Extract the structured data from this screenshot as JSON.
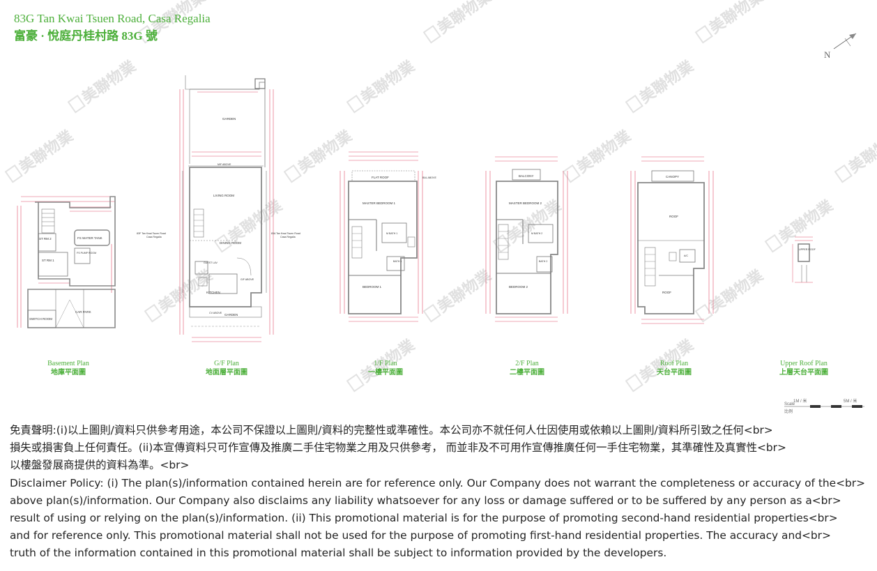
{
  "header": {
    "title_en": "83G Tan Kwai Tsuen Road, Casa Regalia",
    "title_cn": "富豪 · 悅庭丹桂村路 83G 號"
  },
  "compass": {
    "label": "N"
  },
  "watermark": {
    "text": "美聯物業"
  },
  "plans": [
    {
      "en": "Basement Plan",
      "cn": "地庫平面圖"
    },
    {
      "en": "G/F Plan",
      "cn": "地面層平面圖"
    },
    {
      "en": "1/F Plan",
      "cn": "一樓平面圖"
    },
    {
      "en": "2/F Plan",
      "cn": "二樓平面圖"
    },
    {
      "en": "Roof Plan",
      "cn": "天台平面圖"
    },
    {
      "en": "Upper Roof Plan",
      "cn": "上層天台平面圖"
    }
  ],
  "rooms": {
    "basement": {
      "rm2": "ST RM 2",
      "rm1": "ST RM 1",
      "water_tank": "FS WATER TANK",
      "pump": "FS PUMP ROOM",
      "switch": "SWITCH ROOM",
      "carpark": "CAR PARK"
    },
    "gf": {
      "garden_top": "GARDEN",
      "mf_above": "M/F ABOVE",
      "living": "LIVING ROOM",
      "dining": "DINING ROOM",
      "guest_lav": "GUEST LAV",
      "kitchen": "KITCHEN",
      "garden_bottom": "GARDEN",
      "cv_above": "CV ABOVE",
      "gf_above": "G/F ABOVE",
      "left_note_1": "83F Tan Kwai Tsuen Road",
      "left_note_2": "Casa Regalia",
      "right_note_1": "83A Tan Kwai Tsuen Road",
      "right_note_2": "Casa Regalia"
    },
    "f1": {
      "flat_roof": "FLAT ROOF",
      "bal_above": "BAL ABOVE",
      "master": "MASTER BEDROOM 1",
      "mbath": "M BATH 1",
      "bath": "BATH 1",
      "bedroom": "BEDROOM 1"
    },
    "f2": {
      "balcony": "BALCONY",
      "master": "MASTER BEDROOM 2",
      "mbath": "M BATH 2",
      "bath": "BATH 2",
      "bedroom": "BEDROOM 2"
    },
    "roof": {
      "canopy": "CANOPY",
      "roof": "ROOF",
      "ac": "A/C",
      "roof2": "ROOF"
    },
    "upper": {
      "label": "UPPER ROOF"
    }
  },
  "scale": {
    "label_left": "1M / 米",
    "label_right": "5M / 米",
    "scale_word": "Scale",
    "scale_word_cn": "比例"
  },
  "disclaimer": {
    "lines": [
      "免責聲明:(i)以上圖則/資料只供參考用途，本公司不保證以上圖則/資料的完整性或準確性。本公司亦不就任何人仕因使用或依賴以上圖則/資料所引致之任何<br>",
      "損失或損害負上任何責任。(ii)本宣傳資料只可作宣傳及推廣二手住宅物業之用及只供參考， 而並非及不可用作宣傳推廣任何一手住宅物業，其準確性及真實性<br>",
      "以樓盤發展商提供的資料為準。<br>",
      "Disclaimer Policy: (i) The plan(s)/information contained herein are for reference only. Our Company does not warrant the completeness or accuracy of the<br>",
      "above plan(s)/information. Our Company also disclaims any liability whatsoever for any loss or damage suffered or to be suffered by any person as a<br>",
      "result of using or relying on the plan(s)/information. (ii) This promotional material is for the purpose of promoting second-hand residential properties<br>",
      "and for reference only. This promotional material shall not be used for the purpose of promoting first-hand residential properties. The accuracy and<br>",
      "truth of the information contained in this promotional material shall be subject to information provided by the developers."
    ]
  },
  "colors": {
    "title": "#4caf3a",
    "dimension": "#e0506a",
    "wall": "#666666",
    "text": "#222222",
    "watermark": "#c8c8c8"
  }
}
